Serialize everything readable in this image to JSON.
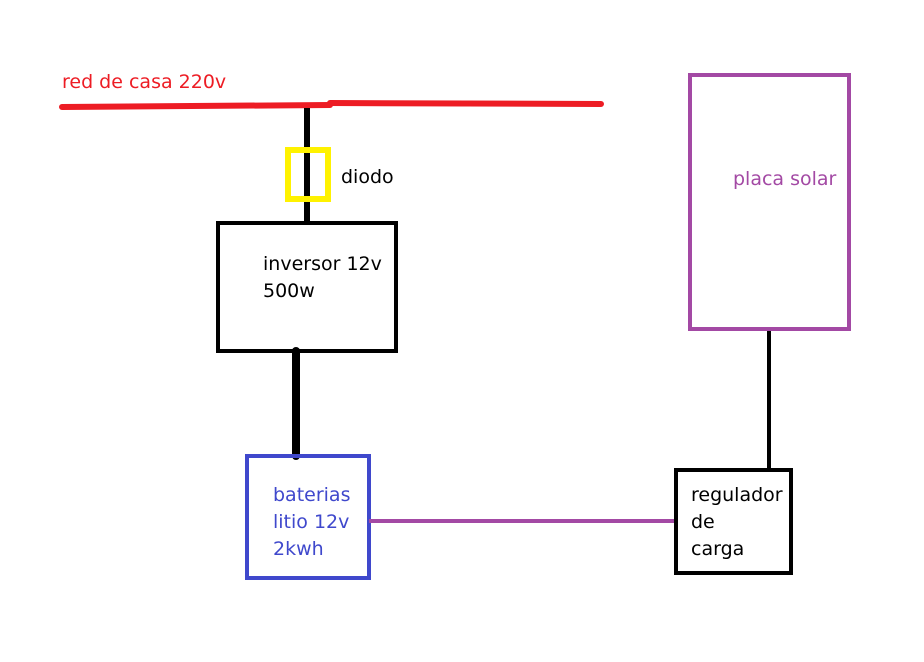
{
  "labels": {
    "mains": "red de casa 220v",
    "diode": "diodo",
    "inverter_line1": "inversor 12v",
    "inverter_line2": "500w",
    "battery_line1": "baterias",
    "battery_line2": "litio 12v",
    "battery_line3": "2kwh",
    "regulator_line1": "regulador",
    "regulator_line2": "de",
    "regulator_line3": "carga",
    "solar": "placa solar"
  },
  "colors": {
    "mains": "#ed1c24",
    "diode": "#fff200",
    "wire": "#000000",
    "inverter": "#000000",
    "battery": "#3f48cc",
    "regulator": "#000000",
    "solar": "#a349a4",
    "charge_wire": "#a349a4"
  }
}
